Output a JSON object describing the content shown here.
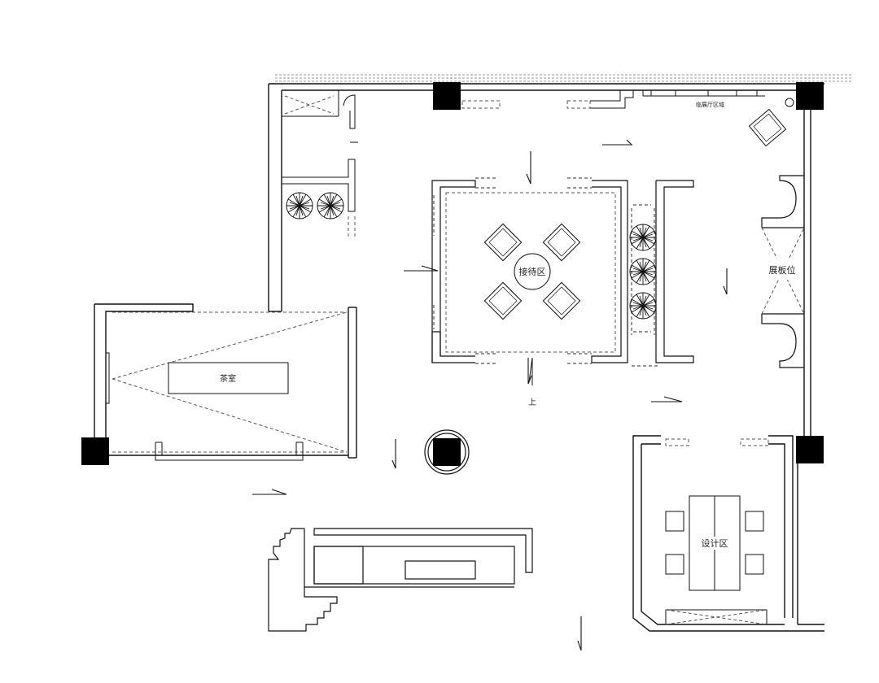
{
  "labels": {
    "reception": "接待区",
    "tea_room": "茶室",
    "display": "展板位",
    "design": "设计区",
    "stair_up": "上",
    "top_note": "临展厅区域"
  },
  "colors": {
    "line": "#111111",
    "dashed": "#555555",
    "column": "#000000",
    "background": "#ffffff"
  }
}
